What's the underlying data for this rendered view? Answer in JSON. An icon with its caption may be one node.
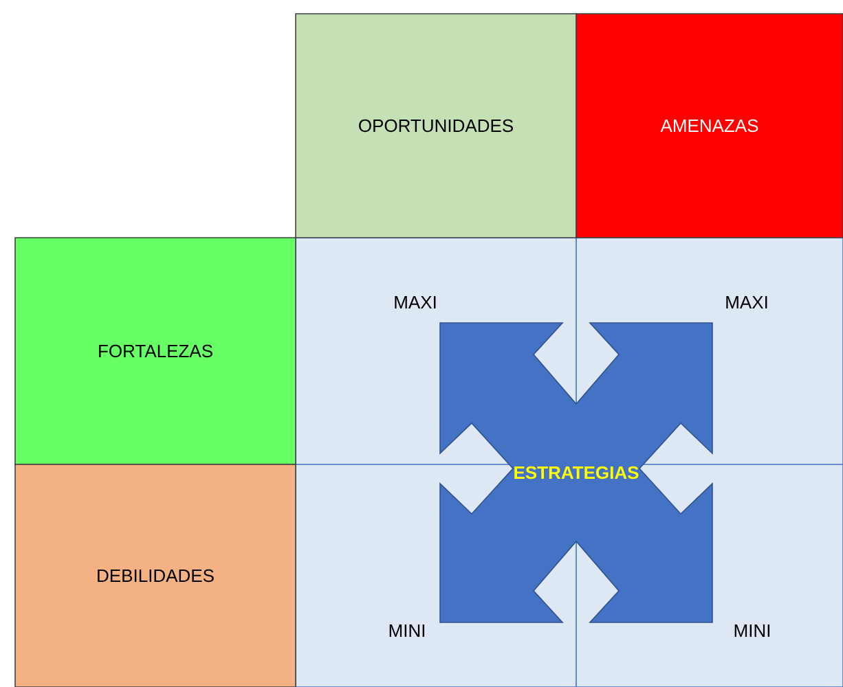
{
  "diagram": {
    "nodes": [
      {
        "text": [
          "OPORTUNIDADES"
        ]
      },
      {
        "text": [
          "AMENAZAS"
        ]
      },
      {
        "text": [
          "FORTALEZAS"
        ]
      },
      {
        "text": [
          "DEBILIDADES"
        ]
      },
      {
        "text": [
          "ESTRATEGIAS"
        ]
      }
    ],
    "labels": [
      "MAXI",
      "MAXI",
      "MINI",
      "MINI"
    ]
  }
}
